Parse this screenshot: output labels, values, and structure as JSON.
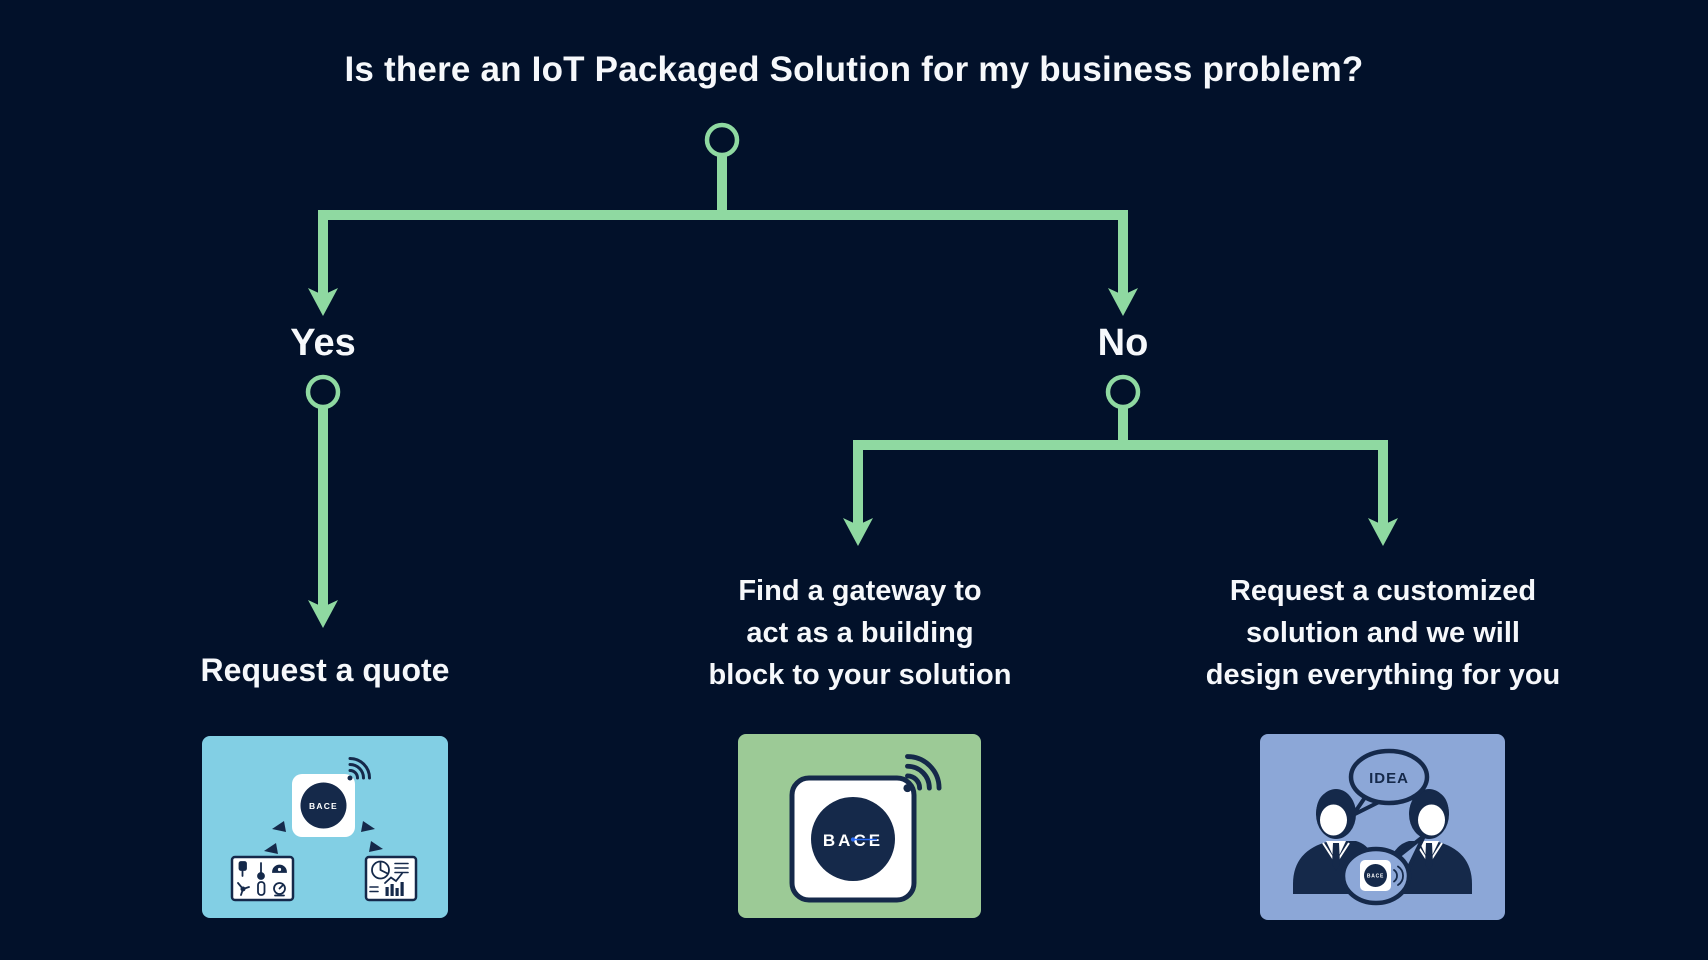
{
  "title": "Is there an IoT Packaged Solution for my business problem?",
  "branches": {
    "yes": {
      "label": "Yes",
      "outcome_lines": [
        "Request a quote"
      ]
    },
    "no": {
      "label": "No",
      "outcomes": [
        {
          "lines": [
            "Find a gateway to",
            "act as a building",
            "block to your solution"
          ]
        },
        {
          "lines": [
            "Request a customized",
            "solution and we will",
            "design everything for you"
          ]
        }
      ]
    }
  },
  "cards": {
    "quote": {
      "logo_text": "BACE",
      "icons": [
        "bace-device-icon",
        "wifi-signal-icon",
        "sensors-panel-icon",
        "dashboard-panel-icon",
        "flow-arrow-marks"
      ]
    },
    "gateway": {
      "logo_text": "BACE",
      "icons": [
        "bace-device-icon",
        "wifi-signal-icon"
      ]
    },
    "custom": {
      "idea_label": "IDEA",
      "logo_text": "BACE",
      "icons": [
        "two-people-discussion-icon",
        "idea-speech-bubble-icon",
        "bace-speech-bubble-icon",
        "wifi-signal-icon"
      ]
    }
  },
  "colors": {
    "c-bg": "#02112a",
    "c-green": "#8fd9a1",
    "c-white": "#f6f8fb",
    "c-navy": "#15294a",
    "c-card-blue": "#82cfe4",
    "c-card-green": "#9cca96",
    "c-card-periwinkle": "#8ca7d7",
    "c-accent-blue": "#2d6cf6"
  }
}
